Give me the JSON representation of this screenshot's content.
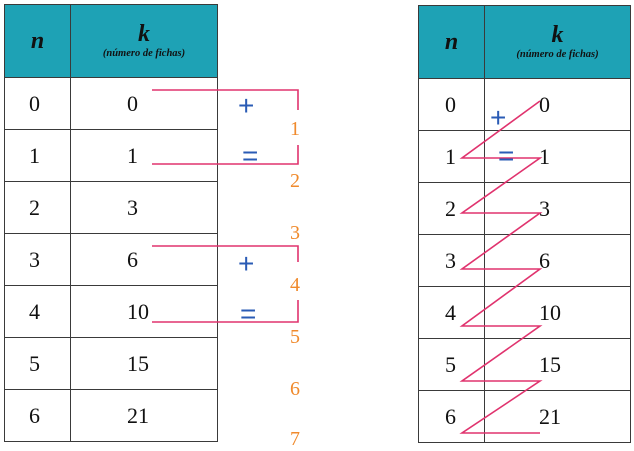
{
  "table_left": {
    "headers": {
      "n": "n",
      "k": "k",
      "k_sub": "(número de fichas)"
    },
    "rows": [
      {
        "n": "0",
        "k": "0"
      },
      {
        "n": "1",
        "k": "1"
      },
      {
        "n": "2",
        "k": "3"
      },
      {
        "n": "3",
        "k": "6"
      },
      {
        "n": "4",
        "k": "10"
      },
      {
        "n": "5",
        "k": "15"
      },
      {
        "n": "6",
        "k": "21"
      }
    ]
  },
  "table_right": {
    "headers": {
      "n": "n",
      "k": "k",
      "k_sub": "(número de fichas)"
    },
    "rows": [
      {
        "n": "0",
        "k": "0"
      },
      {
        "n": "1",
        "k": "1"
      },
      {
        "n": "2",
        "k": "3"
      },
      {
        "n": "3",
        "k": "6"
      },
      {
        "n": "4",
        "k": "10"
      },
      {
        "n": "5",
        "k": "15"
      },
      {
        "n": "6",
        "k": "21"
      }
    ]
  },
  "differences": [
    "1",
    "2",
    "3",
    "4",
    "5",
    "6",
    "7"
  ],
  "operators": {
    "plus": "+",
    "equals": "="
  },
  "colors": {
    "header": "#1ea2b5",
    "connector": "#e0336e",
    "difference": "#f08a2c",
    "operator": "#2a5bb5"
  }
}
